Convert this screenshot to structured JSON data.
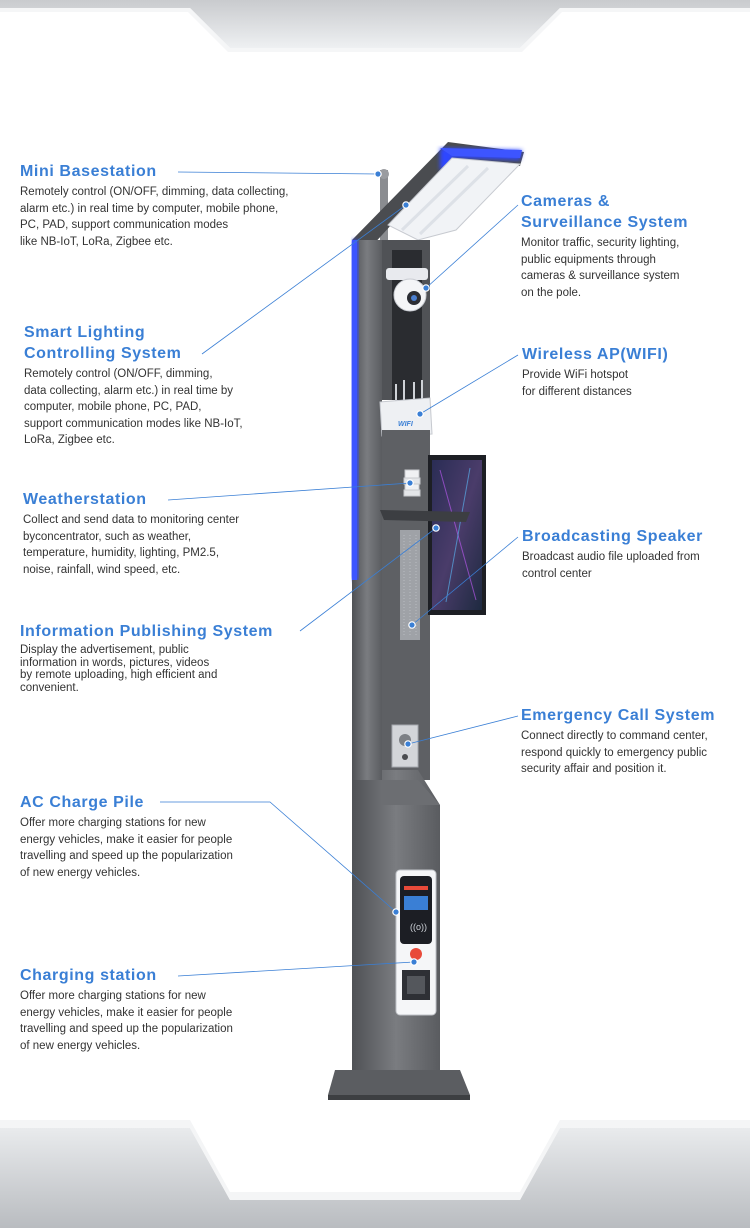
{
  "colors": {
    "accent": "#3a7fd5",
    "pole": "#6a6c70",
    "light_strip": "#2f46ff",
    "text": "#333333"
  },
  "features": [
    {
      "title": "Mini Basestation",
      "desc": "Remotely control (ON/OFF, dimming, data collecting,\nalarm etc.) in real time by computer, mobile phone,\nPC, PAD, support communication modes\nlike NB-IoT, LoRa, Zigbee etc."
    },
    {
      "title": "Smart Lighting\nControlling System",
      "desc": "Remotely control (ON/OFF, dimming,\ndata collecting, alarm etc.) in real time by\ncomputer, mobile phone, PC, PAD,\nsupport communication modes like NB-IoT,\nLoRa, Zigbee etc."
    },
    {
      "title": "Weatherstation",
      "desc": "Collect and send data to monitoring center\nbyconcentrator, such as weather,\ntemperature, humidity, lighting, PM2.5,\nnoise, rainfall, wind speed, etc."
    },
    {
      "title": "Information Publishing System",
      "desc": "Display the advertisement, public\ninformation in words, pictures, videos\nby remote uploading, high efficient and\nconvenient."
    },
    {
      "title": "AC Charge Pile",
      "desc": "Offer more charging stations for new\nenergy vehicles, make it easier for people\ntravelling and speed up the popularization\nof new energy vehicles."
    },
    {
      "title": "Charging station",
      "desc": "Offer more charging stations for new\nenergy vehicles, make it easier for people\ntravelling and speed up the popularization\nof new energy vehicles."
    },
    {
      "title": "Cameras &\nSurveillance System",
      "desc": "Monitor traffic, security lighting,\npublic equipments through\ncameras & surveillance system\non the pole."
    },
    {
      "title": "Wireless AP(WIFI)",
      "desc": "Provide WiFi hotspot\n for different distances"
    },
    {
      "title": "Broadcasting Speaker",
      "desc": "Broadcast audio file uploaded from\ncontrol center"
    },
    {
      "title": "Emergency Call System",
      "desc": "Connect directly to command center,\nrespond quickly to emergency public\nsecurity affair and position it."
    }
  ],
  "device": {
    "wifi_label": "WIFI"
  }
}
